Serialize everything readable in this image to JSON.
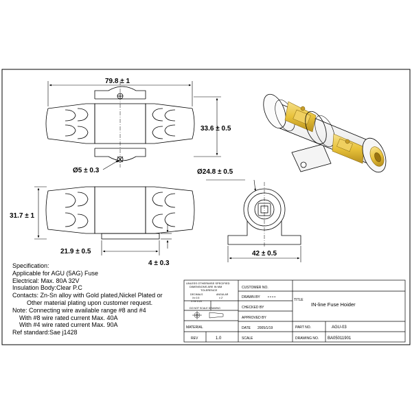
{
  "dimensions": {
    "width_top": "79.8 ± 1",
    "height_top": "33.6 ± 0.5",
    "hole_dia": "Ø5 ± 0.3",
    "height_side": "31.7 ± 1",
    "length_side": "21.9 ± 0.5",
    "thickness": "4 ± 0.3",
    "end_dia": "Ø24.8 ± 0.5",
    "end_width": "42 ± 0.5"
  },
  "specification": {
    "heading": "Specification:",
    "lines": [
      "Applicable for AGU (5AG) Fuse",
      "Electrical: Max. 80A 32V",
      "Insulation Body:Clear P.C",
      "Contacts: Zn-Sn alloy with Gold plated,Nickel Plated or",
      "Other material plating upon customer request.",
      "Note: Connecting wire available range #8 and #4",
      "With #8 wire rated current Max. 40A",
      "With #4 wire rated current Max. 90A",
      "Ref standard:Sae j1428"
    ]
  },
  "title_block": {
    "tolerance_note": [
      "UNLESS OTHERWISE SPECIFIED",
      "DIMENSIONS ARE IN MM",
      "TOLERENCE"
    ],
    "tol_decimals_label": "DECIMALS",
    "tol_angular_label": "ANGULAR",
    "tol_x": "X±  0.5",
    "tol_xx": "X.X± 0.25",
    "tol_ang": "±  2'",
    "do_not_scale": "DO NOT SCALE DRAWING",
    "material_label": "MATERIAL",
    "rev_label": "REV",
    "rev_value": "1.0",
    "customer_no_label": "CUSTOMER NO.",
    "drawn_by_label": "DRAWN BY",
    "drawn_by_value": "• • • •",
    "checked_by_label": "CHECKED BY",
    "approved_by_label": "APPROVED BY",
    "date_label": "DATE",
    "date_value": "2005/1/19",
    "scale_label": "SCALE",
    "title_label": "TITLE",
    "title_value": "IN-line Fuse Hoider",
    "part_no_label": "PART NO.",
    "part_no_value": "AGU-03",
    "drawing_no_label": "DRAWING NO.",
    "drawing_no_value": "BA05011901"
  },
  "colors": {
    "gold": "#e8c23a",
    "line": "#000000"
  }
}
